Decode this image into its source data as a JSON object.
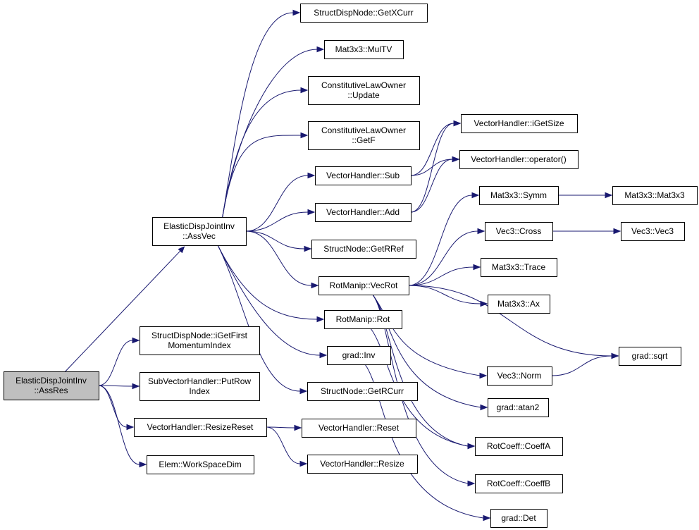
{
  "colors": {
    "edge": "#191970",
    "node_fill": "#ffffff",
    "root_fill": "#bfbfbf",
    "border": "#000000"
  },
  "nodes": [
    {
      "id": "assres",
      "lines": [
        "ElasticDispJointInv",
        "::AssRes"
      ],
      "root": true
    },
    {
      "id": "assvec",
      "lines": [
        "ElasticDispJointInv",
        "::AssVec"
      ]
    },
    {
      "id": "igetfirst",
      "lines": [
        "StructDispNode::iGetFirst",
        "MomentumIndex"
      ]
    },
    {
      "id": "putrow",
      "lines": [
        "SubVectorHandler::PutRow",
        "Index"
      ]
    },
    {
      "id": "resizereset",
      "lines": [
        "VectorHandler::ResizeReset"
      ]
    },
    {
      "id": "workspacedim",
      "lines": [
        "Elem::WorkSpaceDim"
      ]
    },
    {
      "id": "getxcurr",
      "lines": [
        "StructDispNode::GetXCurr"
      ]
    },
    {
      "id": "multv",
      "lines": [
        "Mat3x3::MulTV"
      ]
    },
    {
      "id": "cloupdate",
      "lines": [
        "ConstitutiveLawOwner",
        "::Update"
      ]
    },
    {
      "id": "clogetf",
      "lines": [
        "ConstitutiveLawOwner",
        "::GetF"
      ]
    },
    {
      "id": "vhsub",
      "lines": [
        "VectorHandler::Sub"
      ]
    },
    {
      "id": "vhadd",
      "lines": [
        "VectorHandler::Add"
      ]
    },
    {
      "id": "getrref",
      "lines": [
        "StructNode::GetRRef"
      ]
    },
    {
      "id": "vecrot",
      "lines": [
        "RotManip::VecRot"
      ]
    },
    {
      "id": "rot",
      "lines": [
        "RotManip::Rot"
      ]
    },
    {
      "id": "inv",
      "lines": [
        "grad::Inv"
      ]
    },
    {
      "id": "getrcurr",
      "lines": [
        "StructNode::GetRCurr"
      ]
    },
    {
      "id": "vhreset",
      "lines": [
        "VectorHandler::Reset"
      ]
    },
    {
      "id": "vhresize",
      "lines": [
        "VectorHandler::Resize"
      ]
    },
    {
      "id": "igetsize",
      "lines": [
        "VectorHandler::iGetSize"
      ]
    },
    {
      "id": "operator",
      "lines": [
        "VectorHandler::operator()"
      ]
    },
    {
      "id": "symm",
      "lines": [
        "Mat3x3::Symm"
      ]
    },
    {
      "id": "cross",
      "lines": [
        "Vec3::Cross"
      ]
    },
    {
      "id": "trace",
      "lines": [
        "Mat3x3::Trace"
      ]
    },
    {
      "id": "ax",
      "lines": [
        "Mat3x3::Ax"
      ]
    },
    {
      "id": "norm",
      "lines": [
        "Vec3::Norm"
      ]
    },
    {
      "id": "atan2",
      "lines": [
        "grad::atan2"
      ]
    },
    {
      "id": "coeffa",
      "lines": [
        "RotCoeff::CoeffA"
      ]
    },
    {
      "id": "coeffb",
      "lines": [
        "RotCoeff::CoeffB"
      ]
    },
    {
      "id": "det",
      "lines": [
        "grad::Det"
      ]
    },
    {
      "id": "mat3x3",
      "lines": [
        "Mat3x3::Mat3x3"
      ]
    },
    {
      "id": "vec3",
      "lines": [
        "Vec3::Vec3"
      ]
    },
    {
      "id": "sqrt",
      "lines": [
        "grad::sqrt"
      ]
    }
  ],
  "edges": [
    [
      "assres",
      "assvec"
    ],
    [
      "assres",
      "igetfirst"
    ],
    [
      "assres",
      "putrow"
    ],
    [
      "assres",
      "resizereset"
    ],
    [
      "assres",
      "workspacedim"
    ],
    [
      "resizereset",
      "vhreset"
    ],
    [
      "resizereset",
      "vhresize"
    ],
    [
      "assvec",
      "getxcurr"
    ],
    [
      "assvec",
      "multv"
    ],
    [
      "assvec",
      "cloupdate"
    ],
    [
      "assvec",
      "clogetf"
    ],
    [
      "assvec",
      "vhsub"
    ],
    [
      "assvec",
      "vhadd"
    ],
    [
      "assvec",
      "getrref"
    ],
    [
      "assvec",
      "vecrot"
    ],
    [
      "assvec",
      "rot"
    ],
    [
      "assvec",
      "inv"
    ],
    [
      "assvec",
      "getrcurr"
    ],
    [
      "vhsub",
      "igetsize"
    ],
    [
      "vhsub",
      "operator"
    ],
    [
      "vhadd",
      "igetsize"
    ],
    [
      "vhadd",
      "operator"
    ],
    [
      "vecrot",
      "symm"
    ],
    [
      "vecrot",
      "cross"
    ],
    [
      "vecrot",
      "trace"
    ],
    [
      "vecrot",
      "ax"
    ],
    [
      "vecrot",
      "sqrt"
    ],
    [
      "vecrot",
      "norm"
    ],
    [
      "vecrot",
      "atan2"
    ],
    [
      "vecrot",
      "coeffa"
    ],
    [
      "vecrot",
      "coeffb"
    ],
    [
      "symm",
      "mat3x3"
    ],
    [
      "cross",
      "vec3"
    ],
    [
      "norm",
      "sqrt"
    ],
    [
      "rot",
      "coeffa"
    ],
    [
      "inv",
      "det"
    ]
  ]
}
